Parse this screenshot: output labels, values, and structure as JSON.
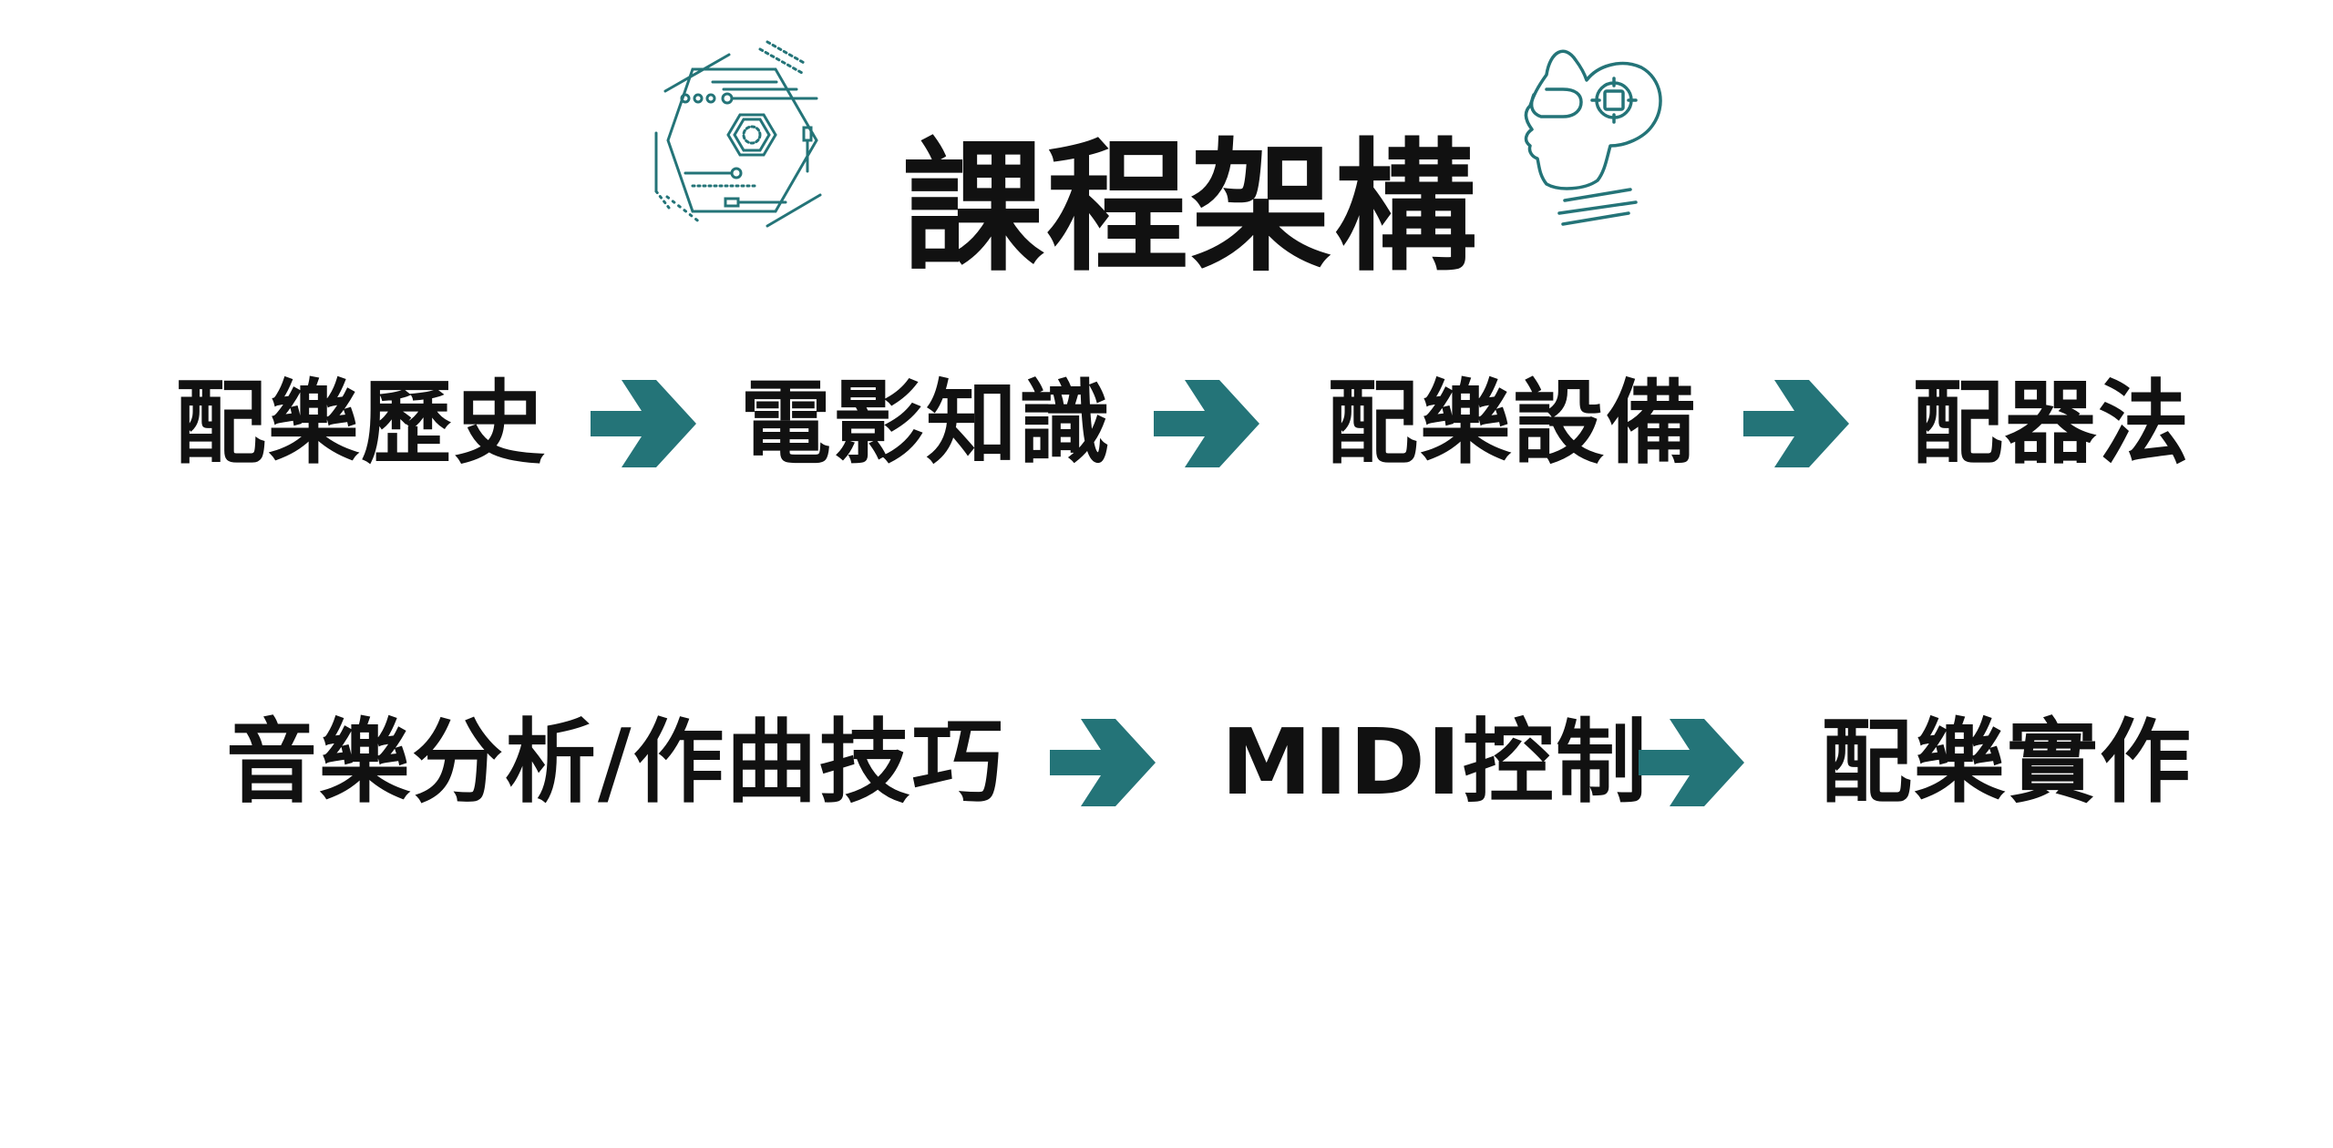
{
  "title": "課程架構",
  "icons": {
    "left": "circuit-hexagon-icon",
    "right": "ai-head-icon"
  },
  "colors": {
    "accent": "#247478",
    "text": "#111111",
    "background": "#ffffff"
  },
  "rows": [
    {
      "steps": [
        "配樂歷史",
        "電影知識",
        "配樂設備",
        "配器法"
      ]
    },
    {
      "steps": [
        "音樂分析/作曲技巧",
        "MIDI控制",
        "配樂實作"
      ]
    }
  ]
}
